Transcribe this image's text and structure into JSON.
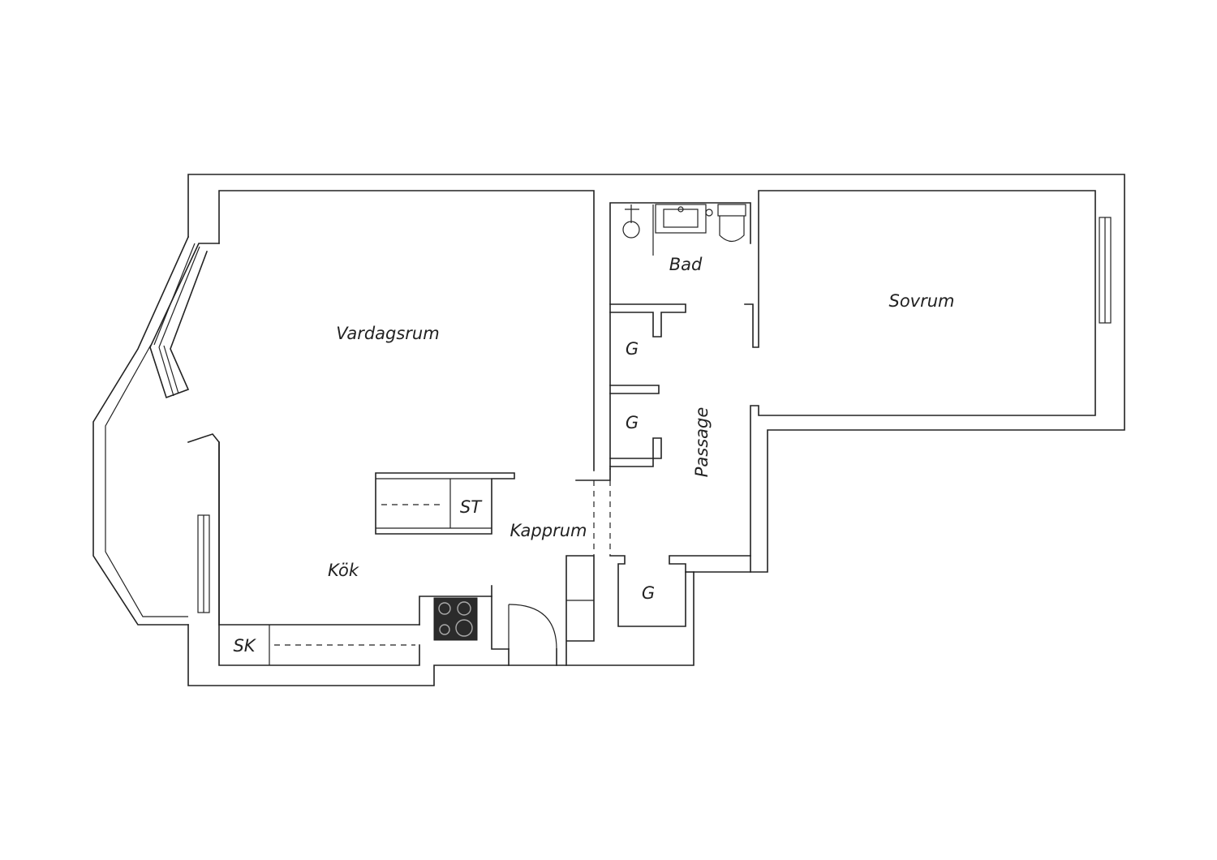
{
  "rooms": {
    "vardagsrum": "Vardagsrum",
    "bad": "Bad",
    "sovrum": "Sovrum",
    "passage": "Passage",
    "kapprum": "Kapprum",
    "kok": "Kök",
    "garderob_1": "G",
    "garderob_2": "G",
    "garderob_3": "G",
    "st": "ST",
    "sk": "SK"
  },
  "colors": {
    "line": "#222222",
    "stove": "#2b2b2b",
    "background": "#ffffff"
  }
}
